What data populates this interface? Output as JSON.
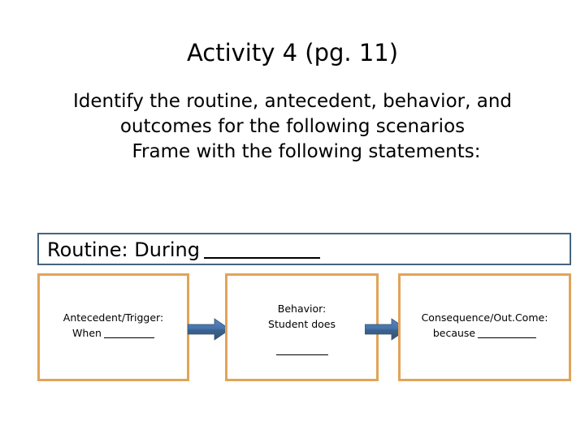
{
  "slide": {
    "title": "Activity 4 (pg. 11)",
    "intro": {
      "line1": "Identify the routine, antecedent, behavior, and",
      "line2": "outcomes for the following scenarios",
      "line3": "Frame with the following statements:"
    },
    "routine": {
      "label": "Routine: During",
      "blank": "________"
    },
    "flow": {
      "boxes": [
        {
          "name": "antecedent",
          "line1": "Antecedent/Trigger:",
          "line2": "When",
          "blank": "_____"
        },
        {
          "name": "behavior",
          "line1": "Behavior:",
          "line2": "Student does",
          "blank": "_____"
        },
        {
          "name": "consequence",
          "line1": "Consequence/Out.Come:",
          "line2": "because",
          "blank": "_____"
        }
      ],
      "arrows": [
        {
          "name": "arrow-antecedent-to-behavior",
          "direction": "right"
        },
        {
          "name": "arrow-behavior-to-consequence",
          "direction": "right"
        }
      ]
    },
    "colors": {
      "routine_border": "#45647F",
      "box_border": "#E2A458",
      "arrow_light": "#4F7CBF",
      "arrow_dark": "#3A5A80",
      "background": "#FFFFFF",
      "text": "#000000"
    }
  }
}
